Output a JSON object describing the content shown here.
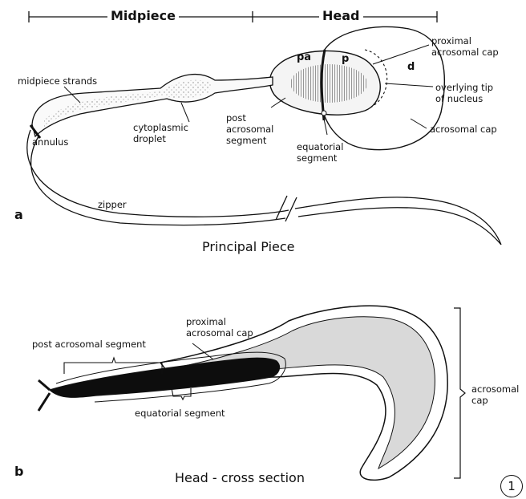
{
  "panel_a": {
    "panel_letter": "a",
    "header_midpiece": "Midpiece",
    "header_head": "Head",
    "inner_pa": "pa",
    "inner_p": "p",
    "inner_d": "d",
    "midpiece_strands": "midpiece strands",
    "annulus": "annulus",
    "cytoplasmic_droplet": [
      "cytoplasmic",
      "droplet"
    ],
    "post_acrosomal_segment": [
      "post",
      "acrosomal",
      "segment"
    ],
    "equatorial_segment": [
      "equatorial",
      "segment"
    ],
    "proximal_acrosomal_cap": [
      "proximal",
      "acrosomal cap"
    ],
    "overlying_tip": [
      "overlying tip",
      "of nucleus"
    ],
    "acrosomal_cap": "acrosomal cap",
    "zipper": "zipper",
    "title": "Principal Piece"
  },
  "panel_b": {
    "panel_letter": "b",
    "post_acrosomal_segment": "post acrosomal segment",
    "proximal_acrosomal_cap": [
      "proximal",
      "acrosomal cap"
    ],
    "equatorial_segment": "equatorial segment",
    "acrosomal_cap": [
      "acrosomal",
      "cap"
    ],
    "title": "Head - cross section"
  },
  "figure_number": "1"
}
